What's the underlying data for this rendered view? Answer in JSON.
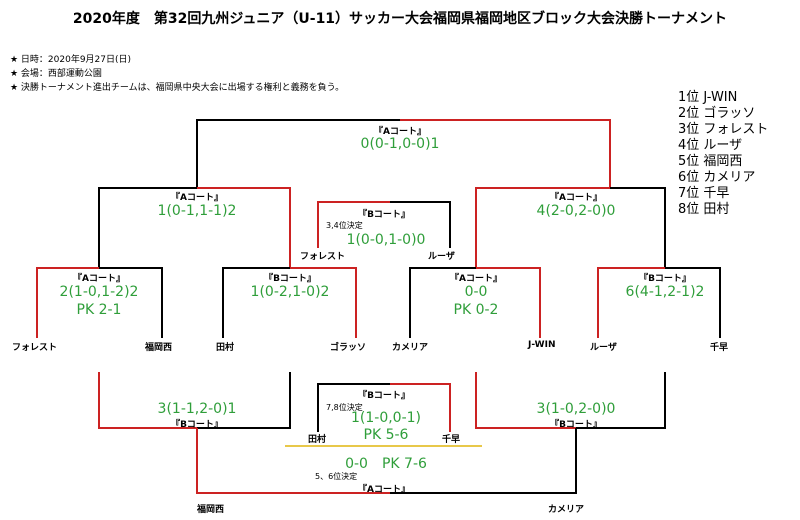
{
  "title": "2020年度　第32回九州ジュニア（U-11）サッカー大会福岡県福岡地区ブロック大会決勝トーナメント",
  "info": [
    "★ 日時：2020年9月27日(日)",
    "★ 会場：西部運動公園",
    "★ 決勝トーナメント進出チームは、福岡県中央大会に出場する権利と義務を負う。"
  ],
  "rankings": [
    "1位 J-WIN",
    "2位 ゴラッソ",
    "3位 フォレスト",
    "4位 ルーザ",
    "5位 福岡西",
    "6位 カメリア",
    "7位 千早",
    "8位 田村"
  ],
  "teams": {
    "t1": "フォレスト",
    "t2": "福岡西",
    "t3": "田村",
    "t4": "ゴラッソ",
    "t5": "カメリア",
    "t6": "J-WIN",
    "t7": "ルーザ",
    "t8": "千早"
  },
  "matches": {
    "final": {
      "court": "『Aコート』",
      "score": "0(0-1,0-0)1"
    },
    "sf_left": {
      "court": "『Aコート』",
      "score": "1(0-1,1-1)2"
    },
    "sf_right": {
      "court": "『Aコート』",
      "score": "4(2-0,2-0)0"
    },
    "third": {
      "court": "『Bコート』",
      "label": "3,4位決定",
      "score": "1(0-0,1-0)0",
      "left": "フォレスト",
      "right": "ルーザ"
    },
    "qf1": {
      "court": "『Aコート』",
      "score": "2(1-0,1-2)2",
      "pk": "PK 2-1"
    },
    "qf2": {
      "court": "『Bコート』",
      "score": "1(0-2,1-0)2"
    },
    "qf3": {
      "court": "『Aコート』",
      "score": "0-0",
      "pk": "PK 0-2"
    },
    "qf4": {
      "court": "『Bコート』",
      "score": "6(4-1,2-1)2"
    },
    "cons_left": {
      "court": "『Bコート』",
      "score": "3(1-1,2-0)1"
    },
    "cons_right": {
      "court": "『Bコート』",
      "score": "3(1-0,2-0)0"
    },
    "seventh": {
      "court": "『Bコート』",
      "label": "7,8位決定",
      "score": "1(1-0,0-1)",
      "pk": "PK 5-6",
      "left": "田村",
      "right": "千早"
    },
    "fifth": {
      "score": "0-0　PK 7-6",
      "label": "5、6位決定",
      "court": "『Aコート』",
      "left": "福岡西",
      "right": "カメリア"
    }
  },
  "colors": {
    "win_line": "#cc2222",
    "lose_line": "#000000",
    "score": "#2f9e3a",
    "divider": "#e8c84a"
  }
}
